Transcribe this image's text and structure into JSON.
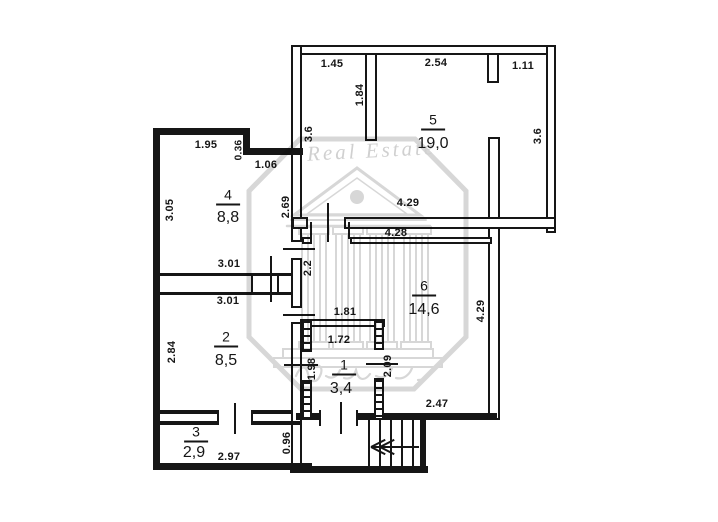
{
  "watermark": {
    "text": "Real Estate"
  },
  "rooms": {
    "r1": {
      "number": "1",
      "area": "3,4"
    },
    "r2": {
      "number": "2",
      "area": "8,5"
    },
    "r3": {
      "number": "3",
      "area": "2,9"
    },
    "r4": {
      "number": "4",
      "area": "8,8"
    },
    "r5": {
      "number": "5",
      "area": "19,0"
    },
    "r6": {
      "number": "6",
      "area": "14,6"
    }
  },
  "dims": {
    "r5_top_left": "1.45",
    "r5_top_mid": "2.54",
    "r5_top_right": "1.11",
    "r5_partition": "1.84",
    "r5_left_height": "3.6",
    "r5_right_height": "3.6",
    "r5_bottom": "4.29",
    "wall_between": "4.28",
    "r4_top": "1.95",
    "r4_step": "0.36",
    "r4_top_right": "1.06",
    "r4_left": "3.05",
    "r4_right": "2.69",
    "r4_bottom": "3.01",
    "r2_top": "3.01",
    "corridor": "2.2",
    "r2_left": "2.84",
    "r6_top_left": "1.81",
    "r1_top": "1.72",
    "r1_left": "1.98",
    "r1_right": "2.09",
    "r6_right": "4.29",
    "r6_bottom": "2.47",
    "r3_bottom": "2.97",
    "r3_right": "0.96"
  },
  "colors": {
    "line": "#161616",
    "watermark": "#d7d7d7"
  }
}
